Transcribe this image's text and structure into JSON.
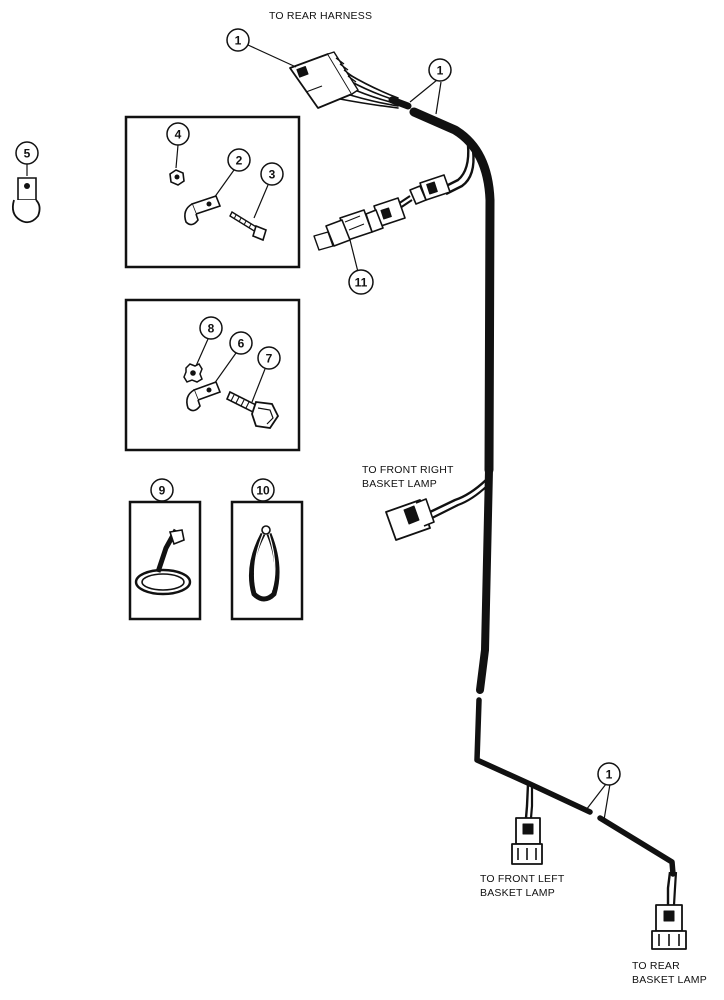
{
  "labels": {
    "to_rear_harness": "TO REAR HARNESS",
    "to_front_right_1": "TO FRONT RIGHT",
    "to_front_right_2": "BASKET LAMP",
    "to_front_left_1": "TO FRONT LEFT",
    "to_front_left_2": "BASKET LAMP",
    "to_rear_lamp_1": "TO REAR",
    "to_rear_lamp_2": "BASKET LAMP"
  },
  "callouts": {
    "c1_top": "1",
    "c1_mid": "1",
    "c1_bottom": "1",
    "c2": "2",
    "c3": "3",
    "c4": "4",
    "c5": "5",
    "c6": "6",
    "c7": "7",
    "c8": "8",
    "c9": "9",
    "c10": "10",
    "c11": "11"
  }
}
